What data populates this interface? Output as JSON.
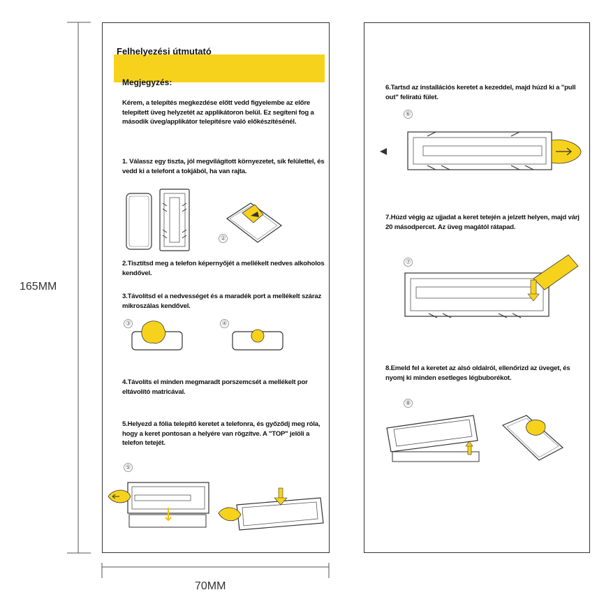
{
  "dimensions": {
    "height_label": "165MM",
    "width_label": "70MM"
  },
  "left_panel": {
    "title": "Felhelyezési útmutató",
    "note_heading": "Megjegyzés:",
    "note_text": "Kérem, a telepítés megkezdése előtt vedd figyelembe az előre telepített üveg helyzetét az applikátoron belül. Ez segíteni fog a második üveg/applikátor telepítésre való előkészítésénél.",
    "step1": "1. Válassz egy tiszta, jól megvilágított környezetet, sík felülettel, és vedd ki a telefont a tokjából, ha van rajta.",
    "step2": "2.Tisztítsd meg a telefon képernyőjét a mellékelt nedves alkoholos kendővel.",
    "step3": "3.Távolítsd el a nedvességet és a maradék port a mellékelt száraz mikroszálas kendővel.",
    "step4": "4.Távolíts el minden megmaradt porszemcsét a mellékelt por eltávolító matricával.",
    "step5": "5.Helyezd a fólia telepítő keretet a telefonra, és győződj meg róla, hogy a keret pontosan a helyére van rögzítve. A \"TOP\" jelöli a telefon tetejét.",
    "markers": [
      "②",
      "③",
      "④",
      "⑤"
    ]
  },
  "right_panel": {
    "step6": "6.Tartsd az installációs keretet a kezeddel, majd húzd ki a \"pull out\" feliratú fület.",
    "step7": "7.Húzd végig az ujjadat a keret tetején a jelzett helyen, majd várj 20 másodpercet. Az üveg magától rátapad.",
    "step8": "8.Emeld fel a keretet az alsó oldalról, ellenőrizd az üveget, és nyomj ki minden esetleges légbuborékot.",
    "markers": [
      "⑥",
      "⑦",
      "⑧"
    ]
  },
  "colors": {
    "accent_yellow": "#f7d21d",
    "line": "#333333"
  }
}
